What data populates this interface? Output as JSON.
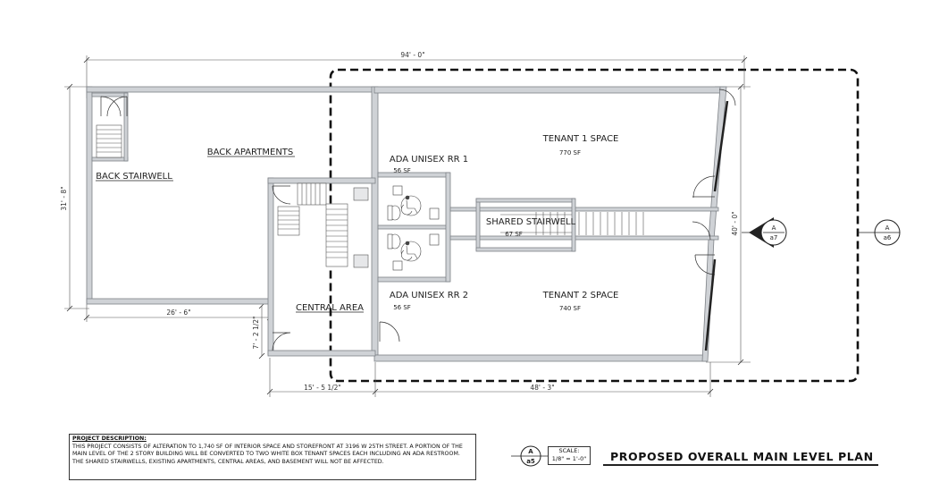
{
  "dimensions": {
    "overall_width": "94' - 0\"",
    "left_height": "31' - 8\"",
    "right_height": "40' - 0\"",
    "back_width": "26' - 6\"",
    "central_height": "7' - 2 1/2\"",
    "central_width": "15' - 5 1/2\"",
    "tenant_width": "48' - 3\""
  },
  "rooms": {
    "back_apartments": "BACK APARTMENTS",
    "back_stairwell": "BACK STAIRWELL",
    "central_area": "CENTRAL AREA",
    "shared_stairwell": "SHARED STAIRWELL",
    "shared_stairwell_sf": "67 SF",
    "ada_rr1": "ADA UNISEX RR 1",
    "ada_rr1_sf": "56 SF",
    "ada_rr2": "ADA UNISEX RR 2",
    "ada_rr2_sf": "56 SF",
    "tenant1": "TENANT 1 SPACE",
    "tenant1_sf": "770 SF",
    "tenant2": "TENANT 2 SPACE",
    "tenant2_sf": "740 SF"
  },
  "callouts": {
    "section_letter": "A",
    "section_sheet": "a7",
    "elevation_letter": "A",
    "elevation_sheet": "a6"
  },
  "project": {
    "heading": "PROJECT DESCRIPTION:",
    "text": "THIS PROJECT CONSISTS OF ALTERATION TO 1,740 SF OF INTERIOR SPACE AND STOREFRONT AT 3196 W 25TH STREET. A PORTION OF THE MAIN LEVEL OF THE 2 STORY BUILDING WILL BE CONVERTED TO TWO WHITE BOX TENANT SPACES EACH INCLUDING AN ADA RESTROOM. THE SHARED STAIRWELLS, EXISTING APARTMENTS, CENTRAL AREAS, AND BASEMENT WILL NOT BE AFFECTED."
  },
  "title_block": {
    "detail_letter": "A",
    "detail_sheet": "a5",
    "scale_label": "SCALE:",
    "scale_value": "1/8\" = 1'-0\"",
    "plan_title": "PROPOSED OVERALL  MAIN LEVEL PLAN"
  }
}
